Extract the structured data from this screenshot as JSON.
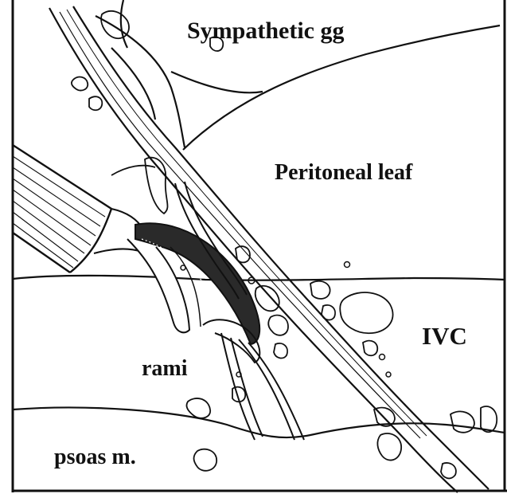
{
  "labels": {
    "sympathetic": "Sympathetic gg",
    "peritoneal": "Peritoneal leaf",
    "ivc": "IVC",
    "rami": "rami",
    "psoas": "psoas m."
  },
  "colors": {
    "ink": "#111111",
    "paper": "#ffffff"
  }
}
